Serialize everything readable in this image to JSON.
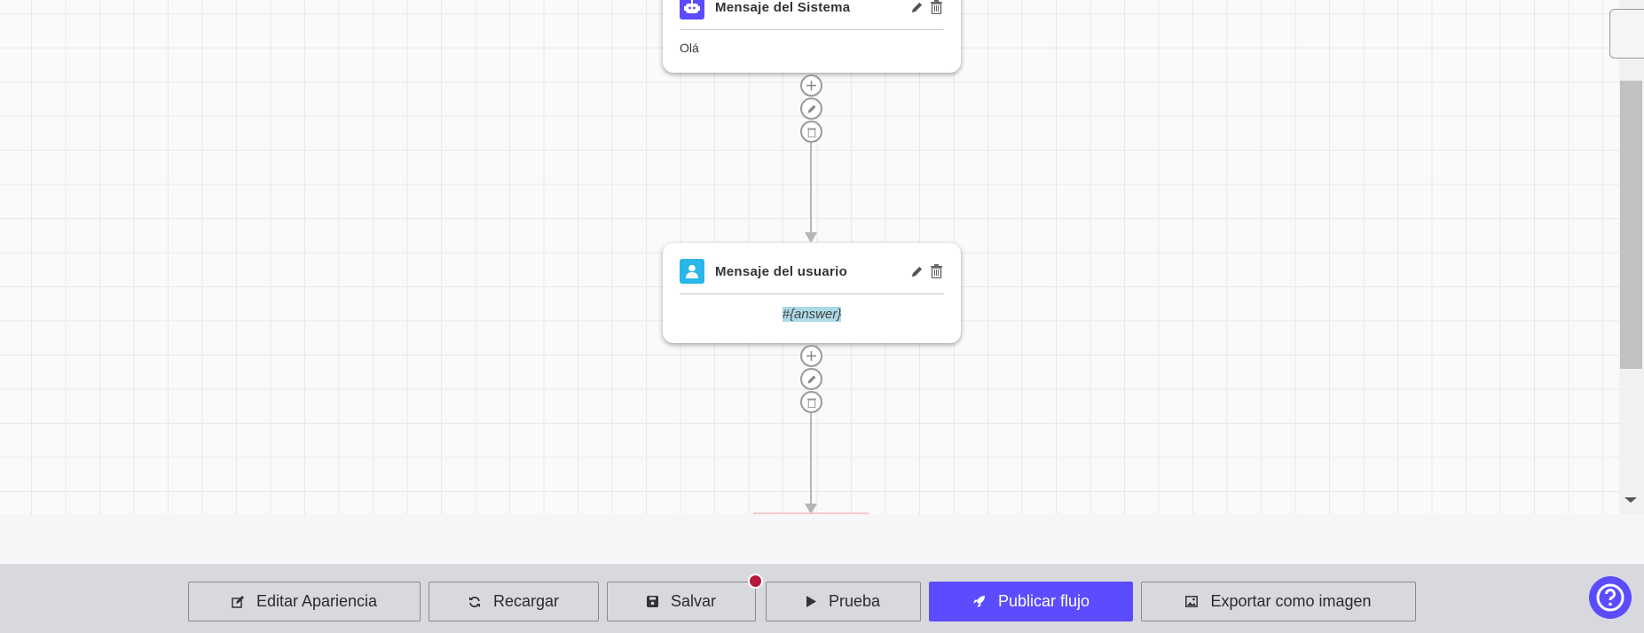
{
  "nodes": [
    {
      "title": "Mensaje del Sistema",
      "body": "Olá",
      "icon": "robot-icon",
      "icon_color": "#5b4cff"
    },
    {
      "title": "Mensaje del usuario",
      "body": "#{answer}",
      "icon": "user-icon",
      "icon_color": "#29b6e8"
    }
  ],
  "toolbar": {
    "edit_appearance": "Editar Apariencia",
    "reload": "Recargar",
    "save": "Salvar",
    "test": "Prueba",
    "publish": "Publicar flujo",
    "export": "Exportar como imagen"
  },
  "colors": {
    "accent": "#5b4cff",
    "unsaved_badge": "#b5183a",
    "highlight": "#acd9e6"
  }
}
